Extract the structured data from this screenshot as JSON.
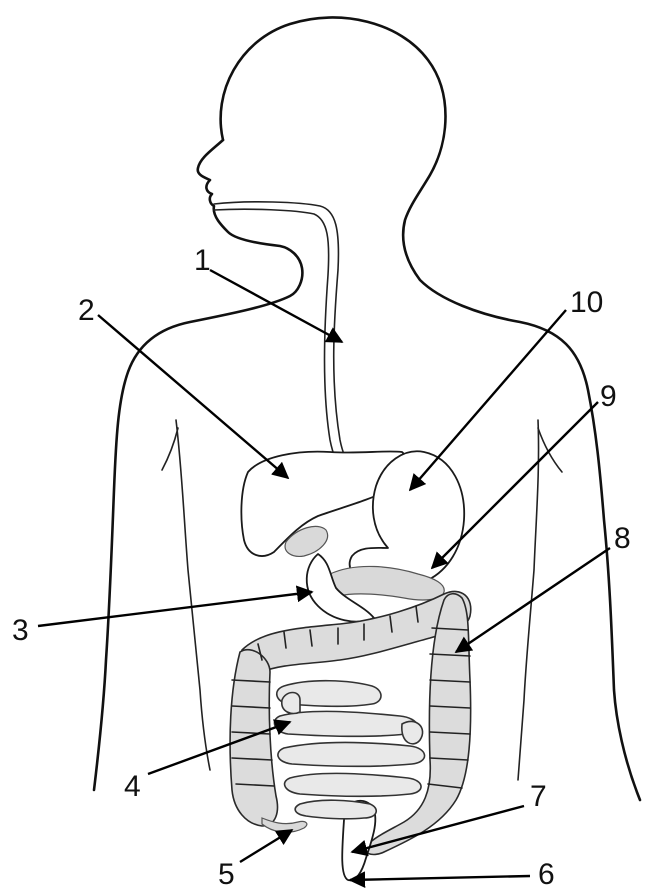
{
  "labels": [
    {
      "id": "1",
      "text": "1"
    },
    {
      "id": "2",
      "text": "2"
    },
    {
      "id": "3",
      "text": "3"
    },
    {
      "id": "4",
      "text": "4"
    },
    {
      "id": "5",
      "text": "5"
    },
    {
      "id": "6",
      "text": "6"
    },
    {
      "id": "7",
      "text": "7"
    },
    {
      "id": "8",
      "text": "8"
    },
    {
      "id": "9",
      "text": "9"
    },
    {
      "id": "10",
      "text": "10"
    }
  ]
}
